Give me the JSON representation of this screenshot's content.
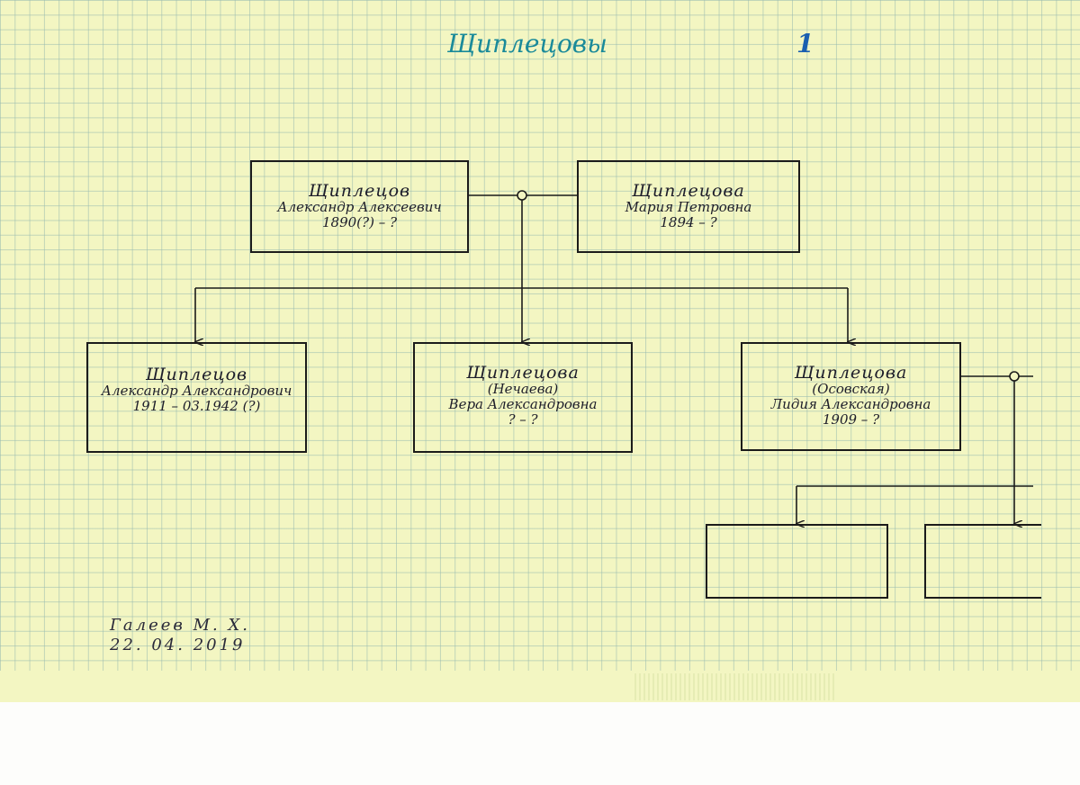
{
  "title": "Щиплецовы",
  "page_number": "1",
  "colors": {
    "title": "#1a8a9a",
    "page_number": "#1a5fb0",
    "paper": "#f3f6c2",
    "ink": "#1b1b1b"
  },
  "parents": [
    {
      "surname": "Щиплецов",
      "name": "Александр Алексеевич",
      "dates": "1890(?) – ?"
    },
    {
      "surname": "Щиплецова",
      "name": "Мария Петровна",
      "dates": "1894 – ?"
    }
  ],
  "children": [
    {
      "surname": "Щиплецов",
      "name": "Александр Александрович",
      "dates": "1911 – 03.1942 (?)"
    },
    {
      "surname": "Щиплецова",
      "maiden": "(Нечаева)",
      "name": "Вера Александровна",
      "dates": "? – ?"
    },
    {
      "surname": "Щиплецова",
      "maiden": "(Осовская)",
      "name": "Лидия Александровна",
      "dates": "1909 – ?"
    }
  ],
  "author": {
    "name": "Галеев М. Х.",
    "date": "22. 04. 2019"
  }
}
